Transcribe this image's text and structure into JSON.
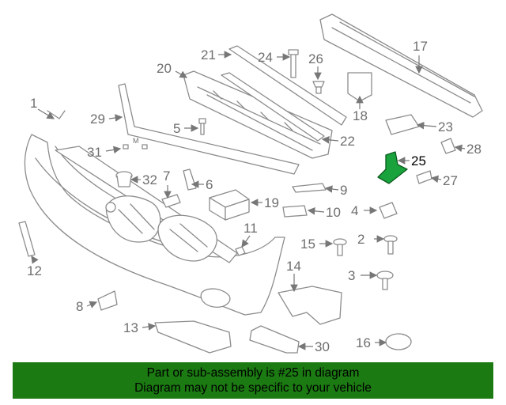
{
  "callouts": [
    "1",
    "2",
    "3",
    "4",
    "5",
    "6",
    "7",
    "8",
    "9",
    "10",
    "11",
    "12",
    "13",
    "14",
    "15",
    "16",
    "17",
    "18",
    "19",
    "20",
    "21",
    "22",
    "23",
    "24",
    "25",
    "26",
    "27",
    "28",
    "29",
    "30",
    "31",
    "32"
  ],
  "highlight_part": "25",
  "banner": {
    "line1": "Part or sub-assembly is #25 in diagram",
    "line2": "Diagram may not be specific to your vehicle"
  },
  "colors": {
    "banner_bg": "#1b7a12",
    "highlight": "#1aa33c",
    "line_art": "#8c8c8c"
  }
}
